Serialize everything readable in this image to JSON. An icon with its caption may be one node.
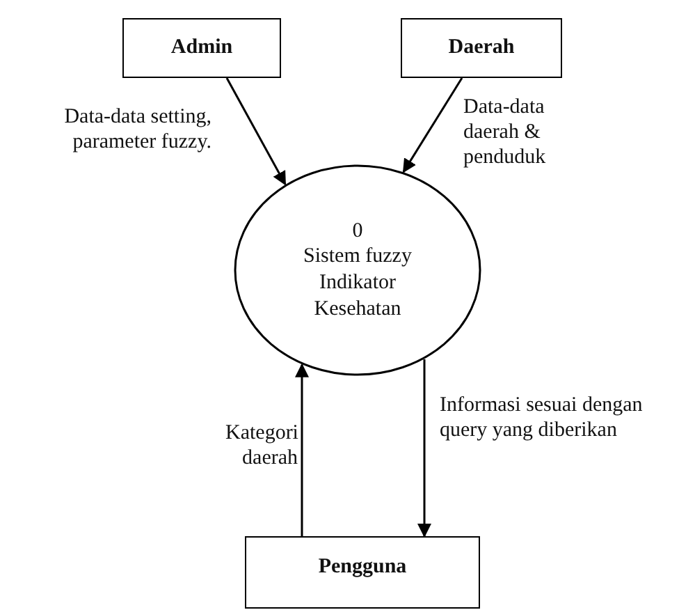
{
  "diagram": {
    "nodes": [
      {
        "text": [
          "Admin"
        ]
      },
      {
        "text": [
          "Daerah"
        ]
      },
      {
        "text": [
          "0",
          "Sistem fuzzy Indikator Kesehatan"
        ]
      },
      {
        "text": [
          "Pengguna"
        ]
      }
    ],
    "edges": [
      {
        "from": 0,
        "to": 2,
        "arrow": "to",
        "label": "Data-data setting, parameter fuzzy."
      },
      {
        "from": 1,
        "to": 2,
        "arrow": "to",
        "label": "Data-data daerah & penduduk"
      },
      {
        "from": 3,
        "to": 2,
        "arrow": "to",
        "label": "Kategori daerah"
      },
      {
        "from": 2,
        "to": 3,
        "arrow": "to",
        "label": "Informasi sesuai dengan query yang diberikan"
      }
    ]
  }
}
